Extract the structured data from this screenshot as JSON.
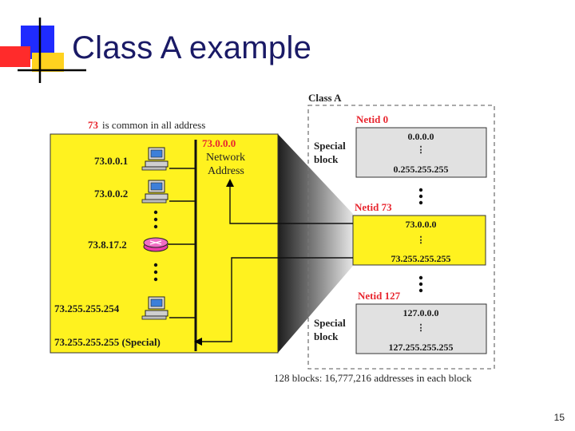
{
  "slide": {
    "title": "Class A example",
    "page_number": "15"
  },
  "diagram": {
    "class_label": "Class A",
    "common_note": {
      "highlight": "73",
      "rest": "is common in all address"
    },
    "hosts": [
      {
        "address": "73.0.0.1",
        "device": "computer-icon"
      },
      {
        "address": "73.0.0.2",
        "device": "computer-icon"
      },
      {
        "address": "73.8.17.2",
        "device": "router-icon"
      },
      {
        "address": "73.255.255.254",
        "device": "computer-icon"
      }
    ],
    "special_host": "73.255.255.255 (Special)",
    "network_address": {
      "value": "73.0.0.0",
      "line1": "Network",
      "line2": "Address"
    },
    "blocks": [
      {
        "netid": "Netid 0",
        "first": "0.0.0.0",
        "last": "0.255.255.255",
        "tag_line1": "Special",
        "tag_line2": "block"
      },
      {
        "netid": "Netid 73",
        "first": "73.0.0.0",
        "last": "73.255.255.255"
      },
      {
        "netid": "Netid 127",
        "first": "127.0.0.0",
        "last": "127.255.255.255",
        "tag_line1": "Special",
        "tag_line2": "block"
      }
    ],
    "footer": "128 blocks: 16,777,216 addresses in each block"
  },
  "colors": {
    "title": "#1a1a66",
    "red_label": "#e8262f",
    "panel_yellow": "#fff21f",
    "block_gray": "#e1e1e1",
    "deco_blue": "#1f2bff",
    "deco_red": "#ff2b2b",
    "deco_yellow": "#ffd21f"
  }
}
